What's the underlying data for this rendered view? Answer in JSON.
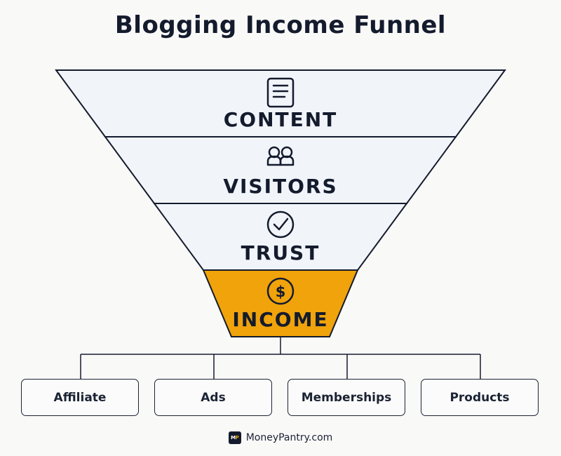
{
  "title": "Blogging Income Funnel",
  "stages": [
    {
      "label": "CONTENT",
      "icon": "document-icon"
    },
    {
      "label": "VISITORS",
      "icon": "users-icon"
    },
    {
      "label": "TRUST",
      "icon": "check-circle-icon"
    },
    {
      "label": "INCOME",
      "icon": "dollar-circle-icon"
    }
  ],
  "outputs": [
    "Affiliate",
    "Ads",
    "Memberships",
    "Products"
  ],
  "footer": {
    "logo_text_m": "M",
    "logo_text_p": "P",
    "site": "MoneyPantry.com"
  },
  "colors": {
    "funnel_fill": "#f1f5fa",
    "highlight_fill": "#f0a30a",
    "stroke": "#141b2d"
  }
}
